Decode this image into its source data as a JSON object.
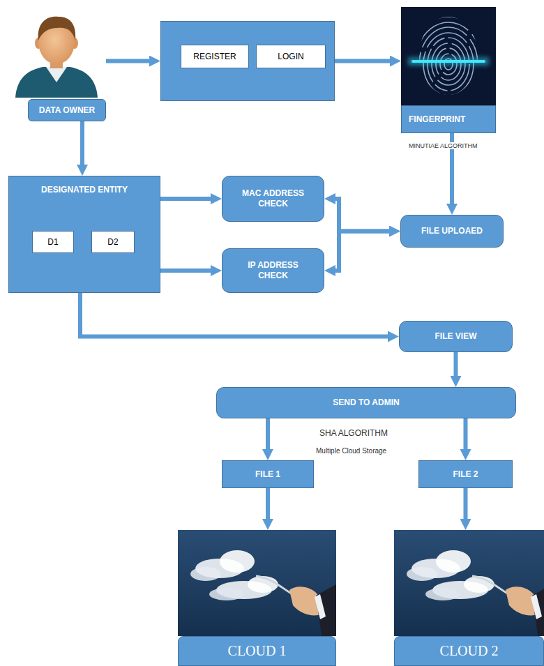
{
  "diagram": {
    "nodes": [
      {
        "text": [
          "DATA OWNER"
        ]
      },
      {
        "text": []
      },
      {
        "text": [
          "REGISTER"
        ],
        "in": 1
      },
      {
        "text": [
          "LOGIN"
        ],
        "in": 1
      },
      {
        "text": [
          "FINGERPRINT"
        ]
      },
      {
        "text": [
          "DESIGNATED ENTITY"
        ]
      },
      {
        "text": [
          "D1"
        ],
        "in": 5
      },
      {
        "text": [
          "D2"
        ],
        "in": 5
      },
      {
        "text": [
          "MAC ADDRESS CHECK"
        ]
      },
      {
        "text": [
          "IP ADDRESS CHECK"
        ]
      },
      {
        "text": [
          "FILE UPLOAED"
        ]
      },
      {
        "text": [
          "FILE VIEW"
        ]
      },
      {
        "text": [
          "SEND TO ADMIN"
        ]
      },
      {
        "text": [
          "FILE 1"
        ]
      },
      {
        "text": [
          "FILE 2"
        ]
      },
      {
        "text": [
          "CLOUD 1"
        ]
      },
      {
        "text": [
          "CLOUD 2"
        ]
      }
    ],
    "edges": [
      {
        "from": 0,
        "to": 1,
        "arrow": "to"
      },
      {
        "from": 1,
        "to": 4,
        "arrow": "to"
      },
      {
        "from": 0,
        "to": 5,
        "arrow": "to"
      },
      {
        "from": 5,
        "to": 8,
        "arrow": "to"
      },
      {
        "from": 5,
        "to": 9,
        "arrow": "to"
      },
      {
        "from": 4,
        "to": 10,
        "arrow": "to"
      },
      {
        "from": 8,
        "to": 10,
        "arrow": "both"
      },
      {
        "from": 9,
        "to": 10,
        "arrow": "both"
      },
      {
        "from": 5,
        "to": 11,
        "arrow": "to"
      },
      {
        "from": 11,
        "to": 12,
        "arrow": "to"
      },
      {
        "from": 12,
        "to": 13,
        "arrow": "to"
      },
      {
        "from": 12,
        "to": 14,
        "arrow": "to"
      },
      {
        "from": 13,
        "to": 15,
        "arrow": "to"
      },
      {
        "from": 14,
        "to": 16,
        "arrow": "to"
      }
    ],
    "labels": [
      "MINUTIAE ALGORITHM",
      "SHA ALGORITHM",
      "Multiple Cloud Storage"
    ]
  }
}
